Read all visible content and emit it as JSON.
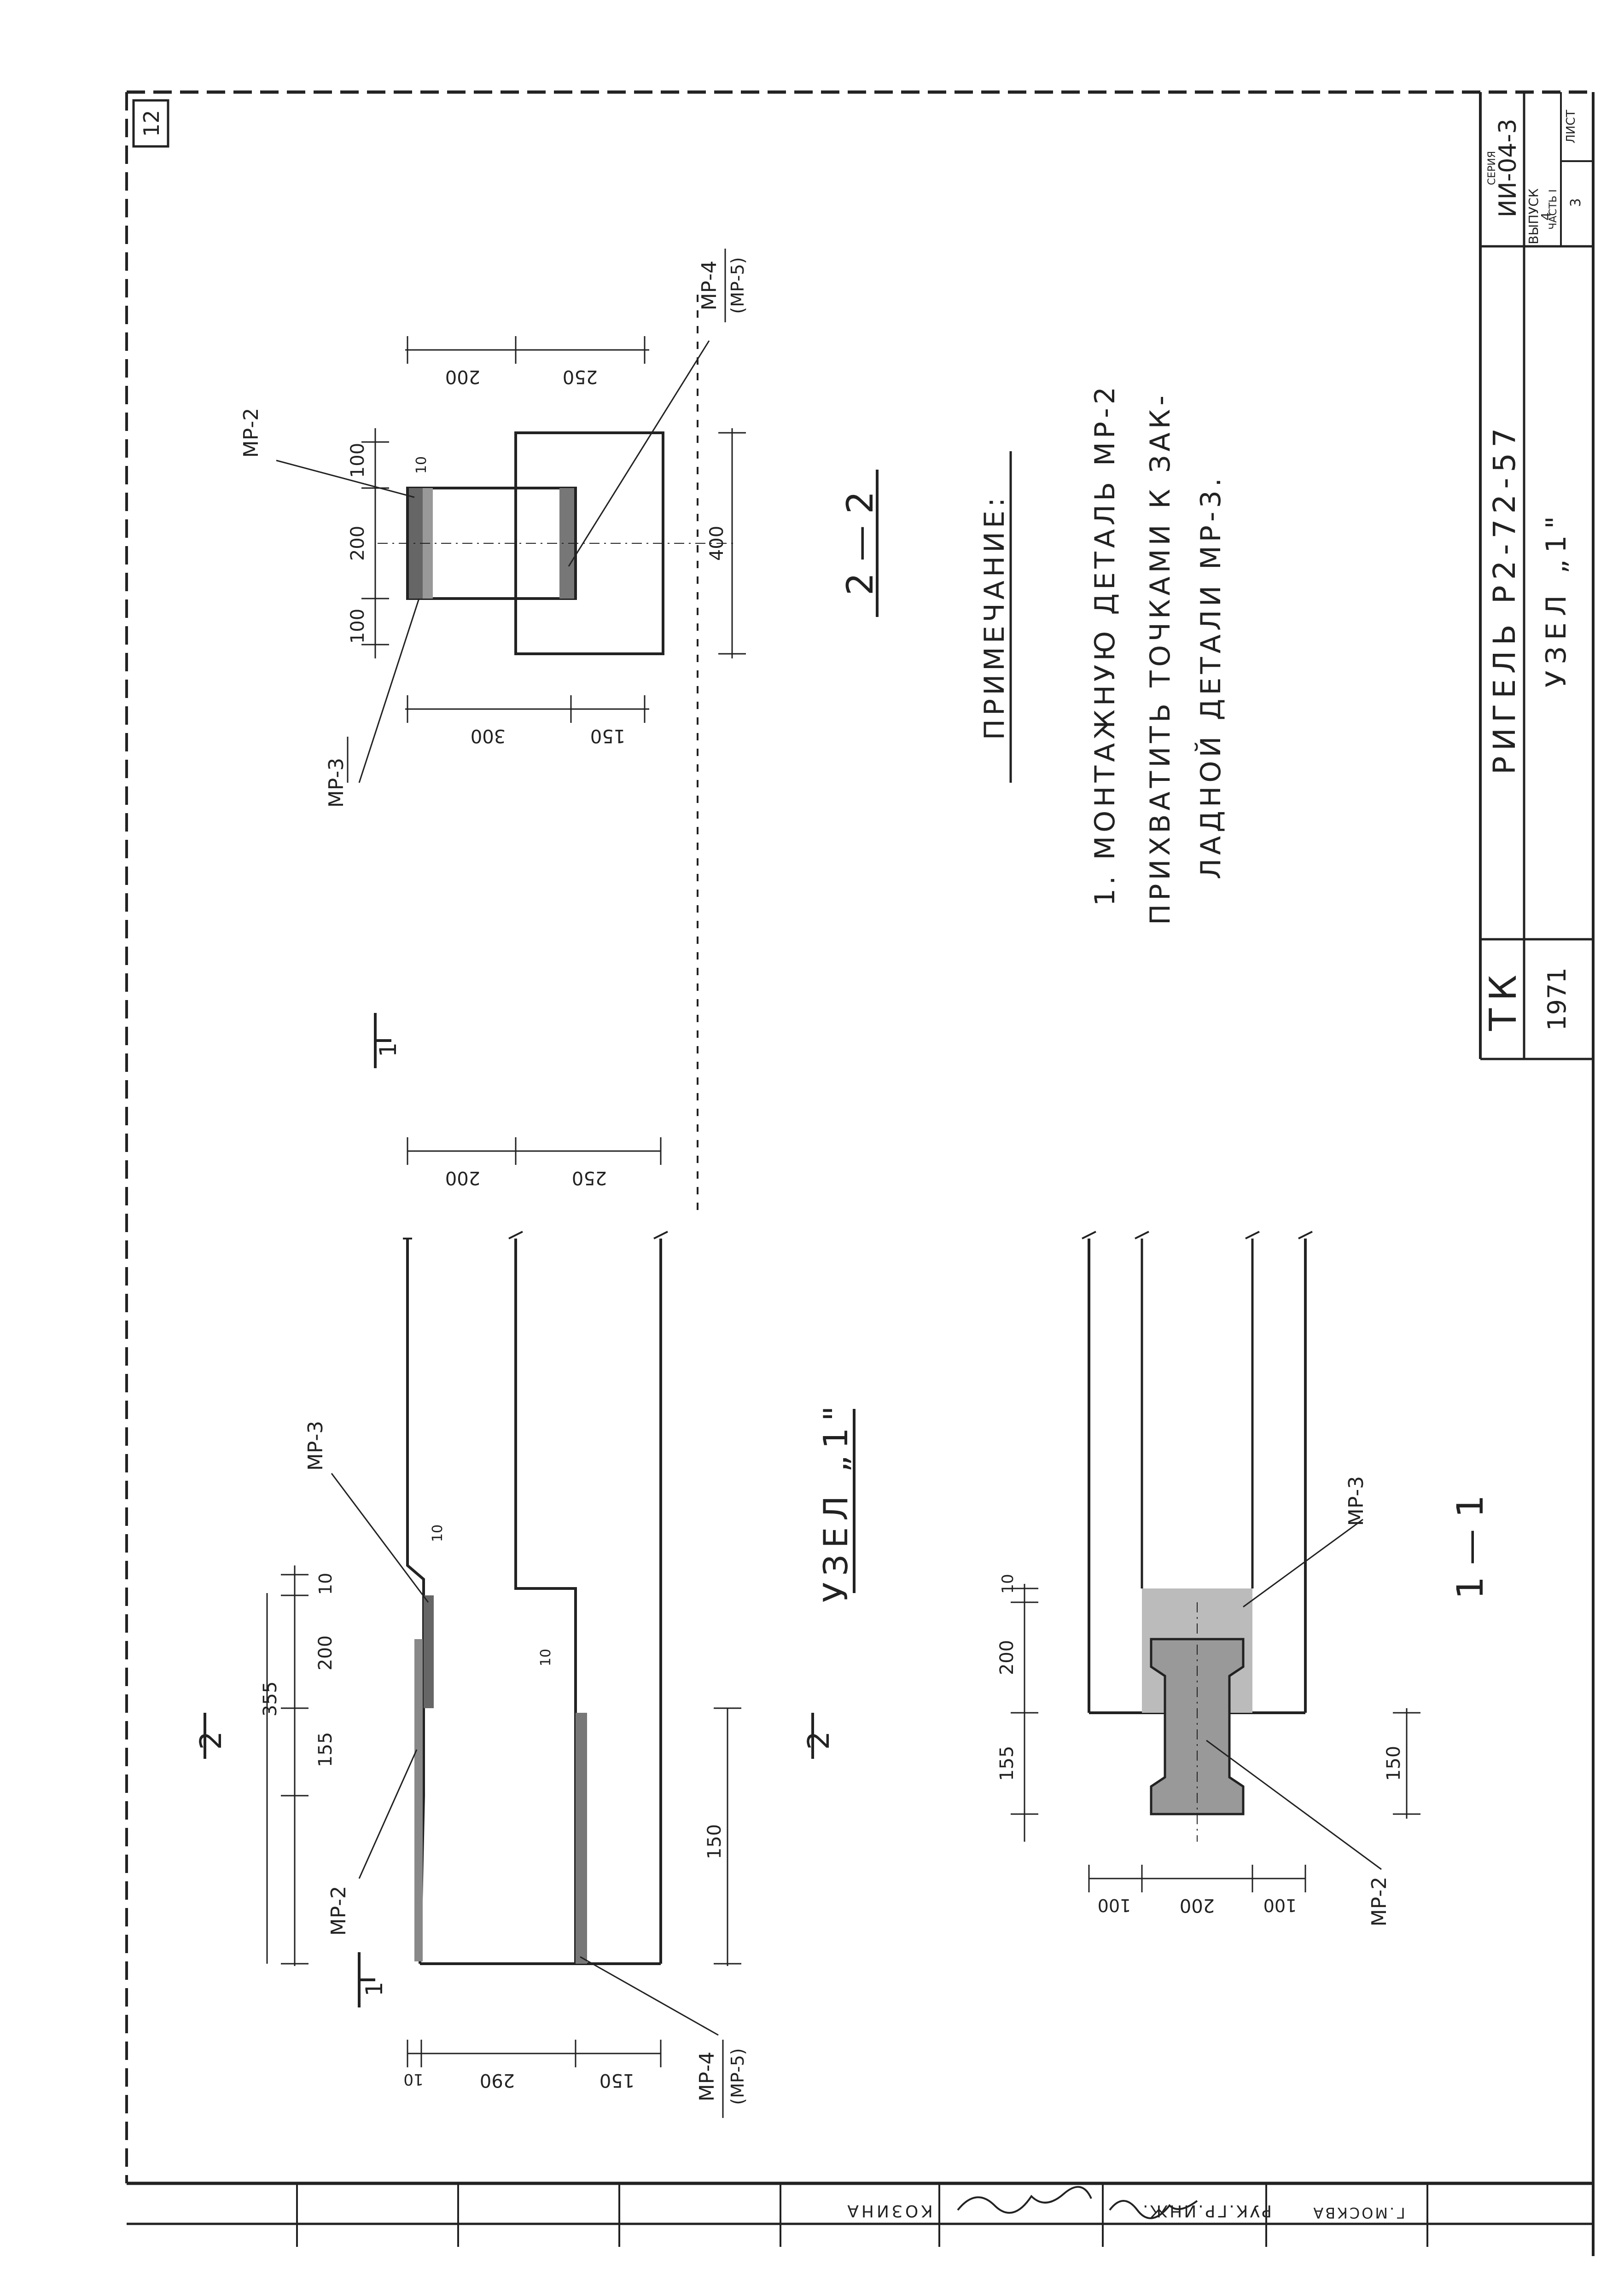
{
  "sheet_number": "12",
  "title_block": {
    "series_label": "СЕРИЯ",
    "series": "ИИ-04-3",
    "issue_label": "ВЫПУСК",
    "issue": "4",
    "part_label": "ЧАСТЬ I",
    "sheet_label": "ЛИСТ",
    "sheet": "3",
    "org": "ТК",
    "year": "1971",
    "title_line1": "РИГЕЛЬ Р2-72-57",
    "title_line2": "УЗЕЛ „1\"",
    "signature_rows": [
      {
        "role": "",
        "name": "КОЗИНА"
      },
      {
        "role": "РУК.ГР.ИНЖ.",
        "name": ""
      },
      {
        "role": "",
        "name": "Г.МОСКВА"
      }
    ]
  },
  "section_2_2": {
    "title": "2 — 2",
    "labels": {
      "mp2": "МР-2",
      "mp3": "МР-3",
      "mp4": "МР-4",
      "mp5": "(МР-5)"
    },
    "dims": {
      "top_100": "100",
      "top_200": "200",
      "top_100b": "100",
      "w_400": "400",
      "h_200": "200",
      "h_250": "250",
      "h_300": "300",
      "h_150": "150",
      "d_10": "10"
    }
  },
  "note": {
    "heading": "ПРИМЕЧАНИЕ:",
    "lines": [
      "1. МОНТАЖНУЮ ДЕТАЛЬ МР-2",
      "ПРИХВАТИТЬ ТОЧКАМИ К ЗАК-",
      "ЛАДНОЙ ДЕТАЛИ МР-3."
    ]
  },
  "node_1": {
    "title": "УЗЕЛ „1\"",
    "cut_mark": "2",
    "labels": {
      "mp2": "МР-2",
      "mp3": "МР-3",
      "mp4": "МР-4",
      "mp5": "(МР-5)"
    },
    "dims": {
      "d355": "355",
      "d155": "155",
      "d200": "200",
      "d10": "10",
      "d10b": "10",
      "d10c": "10",
      "d150": "150",
      "d290": "290",
      "d150b": "150",
      "d10d": "10",
      "d200r": "200",
      "d250r": "250"
    }
  },
  "section_1_1": {
    "title": "1 — 1",
    "labels": {
      "mp2": "МР-2",
      "mp3": "МР-3"
    },
    "dims": {
      "d155": "155",
      "d200": "200",
      "d10": "10",
      "d150": "150",
      "d100": "100",
      "d200b": "200",
      "d100b": "100"
    }
  },
  "section_marks": {
    "a": "1",
    "b": "1"
  }
}
